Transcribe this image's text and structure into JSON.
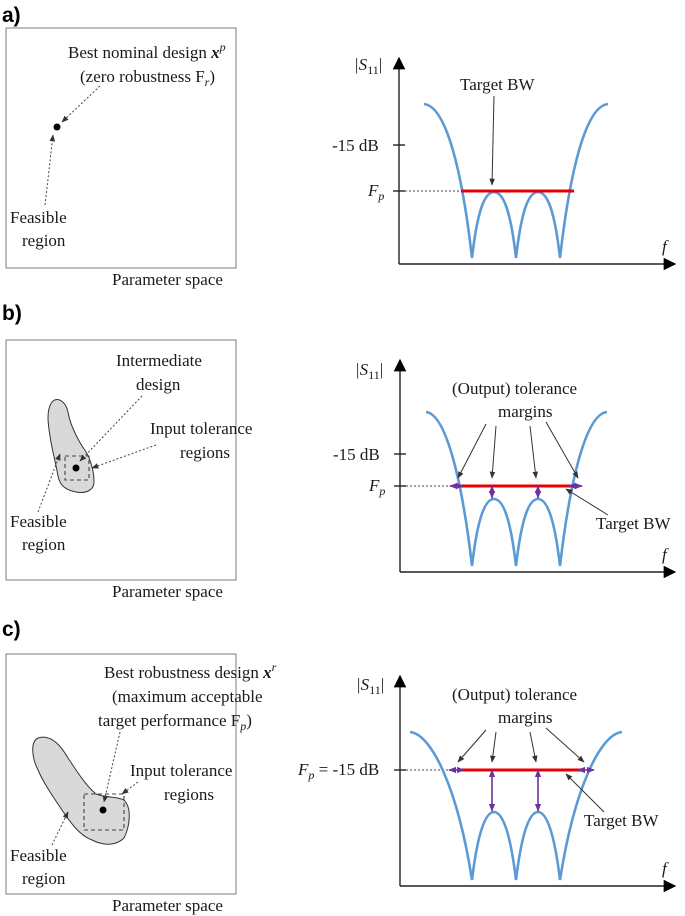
{
  "panels": [
    {
      "tag": "a)",
      "param_caption": "Parameter space",
      "feasible_l1": "Feasible",
      "feasible_l2": "region",
      "design_l1": "Best nominal design",
      "design_var": "x",
      "design_sup": "p",
      "design_l2": "(zero robustness F",
      "design_l2_sub": "r",
      "design_l2_end": ")",
      "ylabel": "|S",
      "ylabel_sub": "11",
      "ylabel_end": "|",
      "xlabel": "f",
      "tick_15": "-15 dB",
      "tick_fp": "F",
      "tick_fp_sub": "p",
      "bw_label": "Target BW"
    },
    {
      "tag": "b)",
      "param_caption": "Parameter space",
      "feasible_l1": "Feasible",
      "feasible_l2": "region",
      "inter_l1": "Intermediate",
      "inter_l2": "design",
      "tolreg_l1": "Input tolerance",
      "tolreg_l2": "regions",
      "ylabel": "|S",
      "ylabel_sub": "11",
      "ylabel_end": "|",
      "xlabel": "f",
      "tick_15": "-15 dB",
      "tick_fp": "F",
      "tick_fp_sub": "p",
      "margins_l1": "(Output) tolerance",
      "margins_l2": "margins",
      "bw_label": "Target BW"
    },
    {
      "tag": "c)",
      "param_caption": "Parameter space",
      "feasible_l1": "Feasible",
      "feasible_l2": "region",
      "design_l1": "Best robustness design",
      "design_var": "x",
      "design_sup": "r",
      "design_l2": "(maximum acceptable",
      "design_l3": "target performance F",
      "design_l3_sub": "p",
      "design_l3_end": ")",
      "tolreg_l1": "Input tolerance",
      "tolreg_l2": "regions",
      "ylabel": "|S",
      "ylabel_sub": "11",
      "ylabel_end": "|",
      "xlabel": "f",
      "tick_fp": "F",
      "tick_fp_sub": "p",
      "tick_fp_eq": " = -15 dB",
      "margins_l1": "(Output) tolerance",
      "margins_l2": "margins",
      "bw_label": "Target BW"
    }
  ],
  "colors": {
    "response_curve": "#5b9bd5",
    "target_bw": "#e60000",
    "tolerance_arrows": "#7030a0",
    "feasible_region_fill": "#d9d9d9"
  }
}
